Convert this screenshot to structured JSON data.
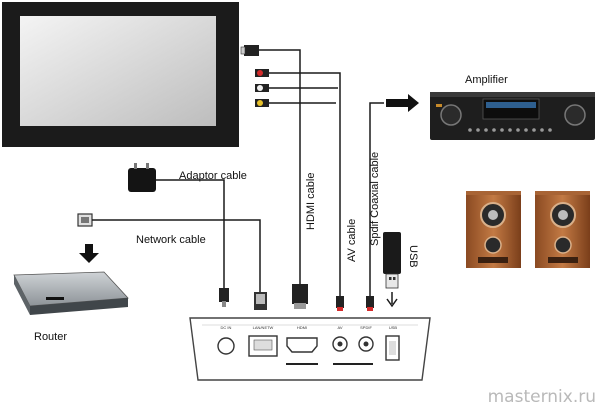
{
  "labels": {
    "amplifier": "Amplifier",
    "adaptor_cable": "Adaptor cable",
    "network_cable": "Network cable",
    "router": "Router",
    "hdmi_cable": "HDMI cable",
    "av_cable": "AV cable",
    "spdif_cable": "Spdif Coaxial cable",
    "usb": "USB"
  },
  "ports": {
    "dc": "DC IN",
    "lan": "LAN/NETW",
    "hdmi": "HDMI",
    "av": "AV",
    "spdif": "SPDIF",
    "usb": "USB"
  },
  "watermark": "masternix.ru"
}
